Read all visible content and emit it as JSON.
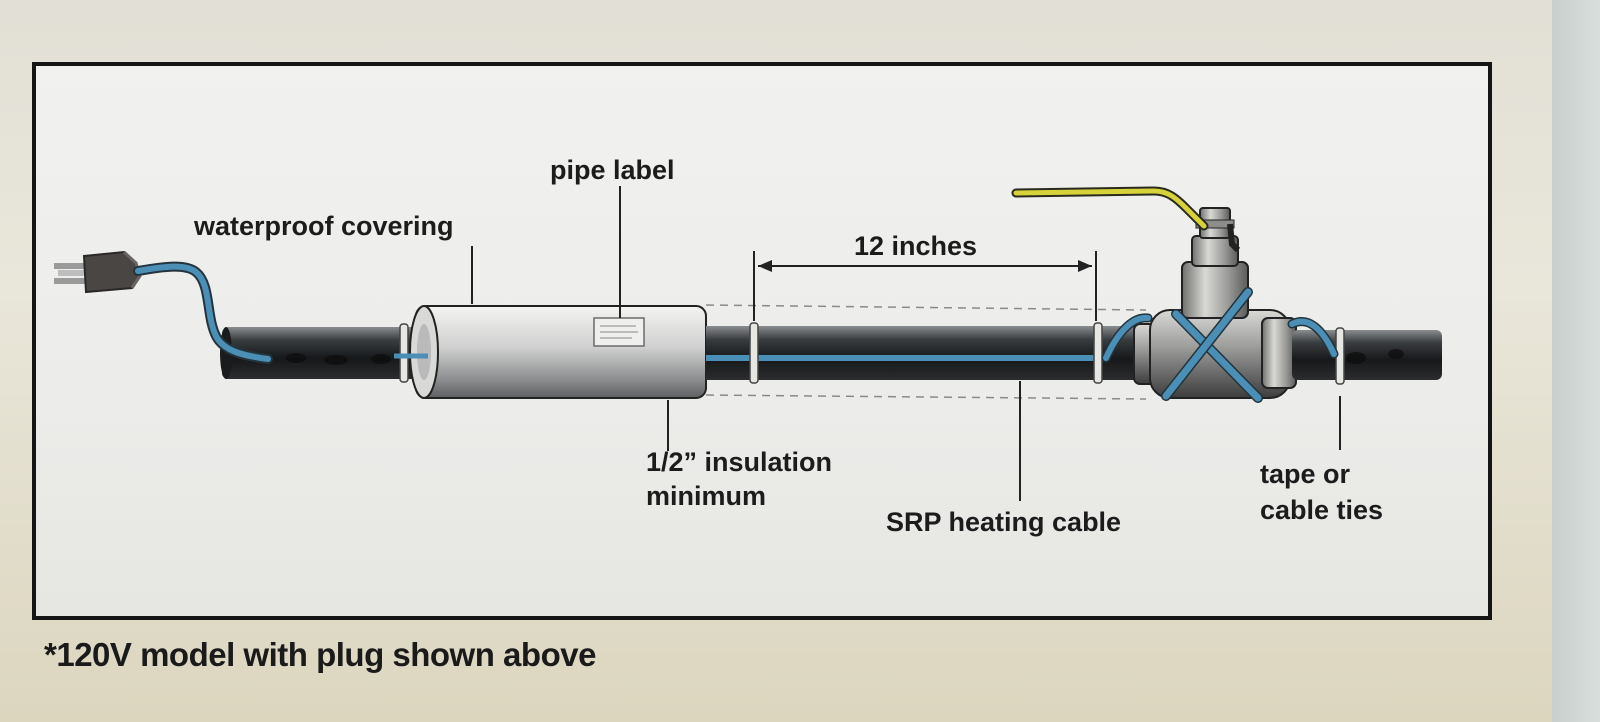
{
  "labels": {
    "waterproof_covering": "waterproof covering",
    "pipe_label": "pipe label",
    "twelve_inches": "12 inches",
    "insulation_line1": "1/2” insulation",
    "insulation_line2": "minimum",
    "srp_heating_cable": "SRP heating cable",
    "tape_line1": "tape or",
    "tape_line2": "cable ties"
  },
  "footnote": "*120V model with plug shown above",
  "colors": {
    "heating_cable": "#4b8fb6",
    "valve_handle": "#d8d23a",
    "frame": "#151515"
  }
}
